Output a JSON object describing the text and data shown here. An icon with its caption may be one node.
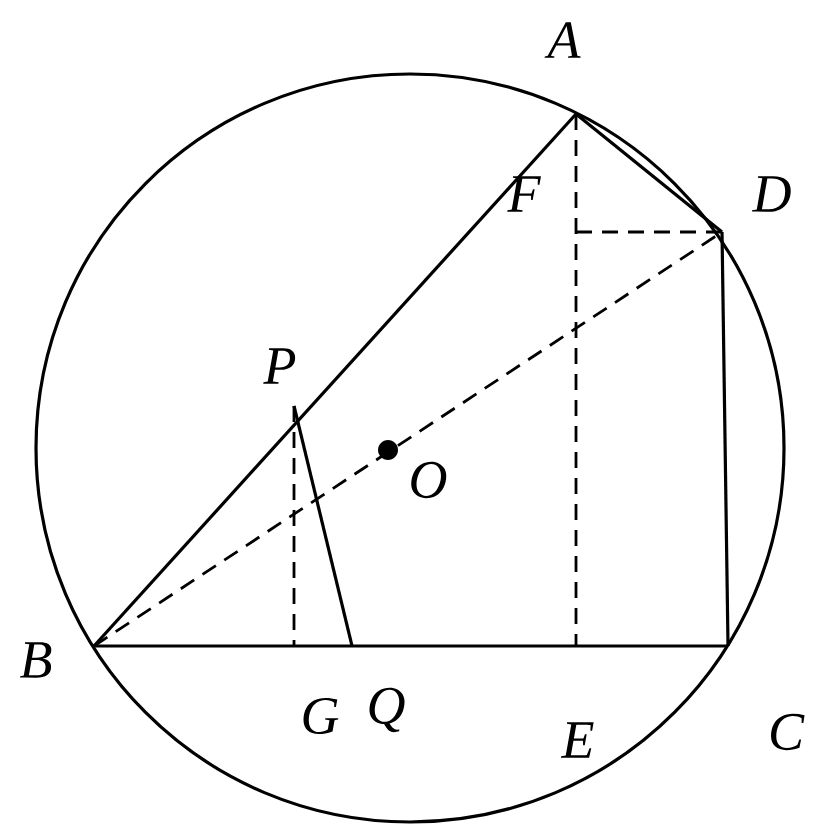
{
  "diagram": {
    "labels": [
      "A",
      "D",
      "F",
      "P",
      "O",
      "B",
      "G",
      "Q",
      "E",
      "C"
    ]
  }
}
